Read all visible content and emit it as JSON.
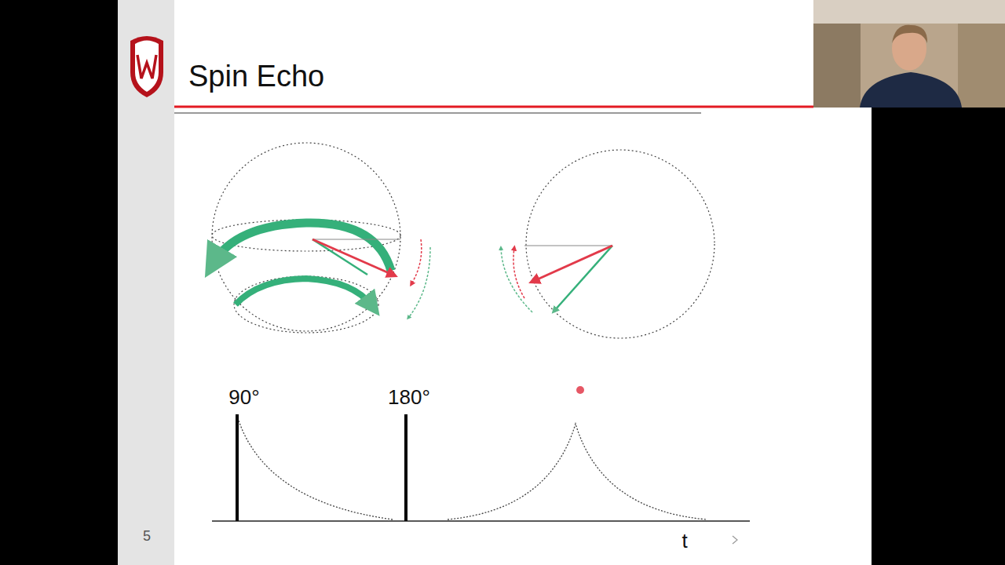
{
  "diagram": {
    "title": "Spin Echo",
    "labels": [
      "90°",
      "180°",
      "t",
      "5"
    ]
  }
}
